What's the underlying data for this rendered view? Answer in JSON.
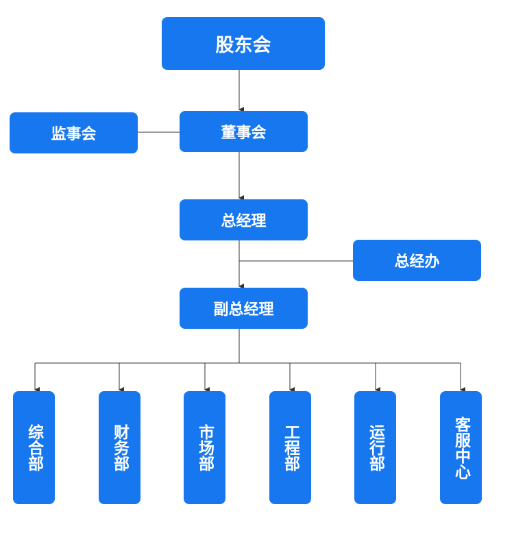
{
  "nodes": {
    "shareholders": "股东会",
    "board": "董事会",
    "supervisors": "监事会",
    "general_manager": "总经理",
    "gm_office": "总经办",
    "deputy_gm": "副总经理"
  },
  "departments": [
    "综合部",
    "财务部",
    "市场部",
    "工程部",
    "运行部",
    "客服中心"
  ],
  "colors": {
    "node_fill": "#1677ee",
    "node_text": "#ffffff",
    "connector": "#333333"
  }
}
